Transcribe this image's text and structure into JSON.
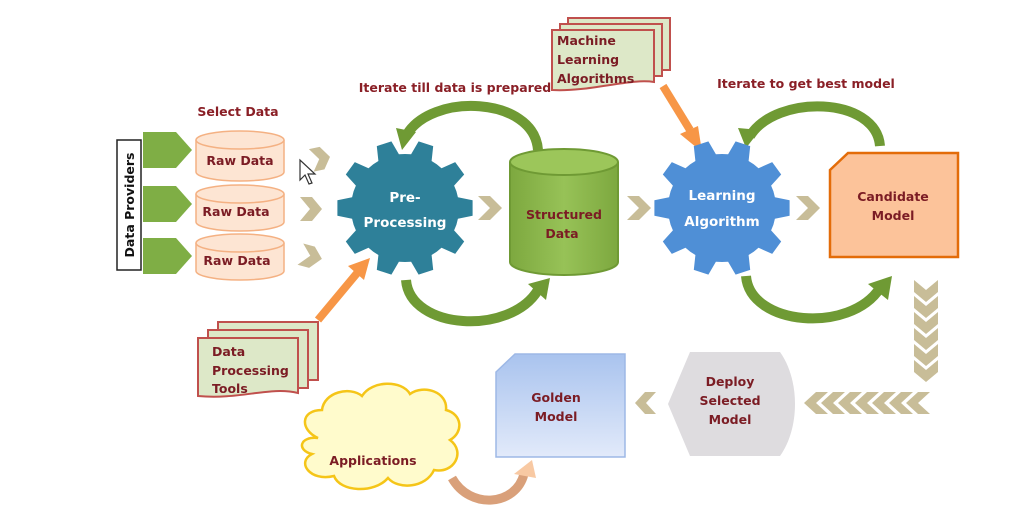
{
  "diagram": {
    "title": "Machine Learning Workflow",
    "data_providers": {
      "label": "Data Providers"
    },
    "select_data": {
      "caption": "Select Data"
    },
    "raw_data": [
      {
        "label": "Raw Data"
      },
      {
        "label": "Raw Data"
      },
      {
        "label": "Raw Data"
      }
    ],
    "preprocessing": {
      "line1": "Pre-",
      "line2": "Processing"
    },
    "iterate_prepare": {
      "caption": "Iterate till data is prepared"
    },
    "structured_data": {
      "line1": "Structured",
      "line2": "Data"
    },
    "data_processing_tools": {
      "line1": "Data",
      "line2": "Processing",
      "line3": "Tools"
    },
    "ml_algorithms": {
      "line1": "Machine",
      "line2": "Learning",
      "line3": "Algorithms"
    },
    "learning_algorithm": {
      "line1": "Learning",
      "line2": "Algorithm"
    },
    "iterate_best": {
      "caption": "Iterate to get best model"
    },
    "candidate_model": {
      "line1": "Candidate",
      "line2": "Model"
    },
    "deploy": {
      "line1": "Deploy",
      "line2": "Selected",
      "line3": "Model"
    },
    "golden_model": {
      "line1": "Golden",
      "line2": "Model"
    },
    "applications": {
      "label": "Applications"
    },
    "colors": {
      "label_text": "#7b1c24",
      "provider_green": "#7fae45",
      "raw_data_fill": "#fde5d3",
      "raw_data_stroke": "#f4b183",
      "chevron": "#c8bd98",
      "preprocessing_gear": "#2e8099",
      "structured_green": "#8cb84a",
      "learning_gear": "#4f8fd6",
      "loop_arrow": "#6f9a34",
      "feed_arrow": "#f79646",
      "candidate_fill": "#fcc39a",
      "candidate_stroke": "#e36c09",
      "golden_fill": "#c2d4f2",
      "deploy_fill": "#dedcdf",
      "cloud_fill": "#fffbcc",
      "cloud_stroke": "#f5c518",
      "doc_fill": "#dde8c8",
      "doc_stroke": "#c0504d"
    }
  }
}
